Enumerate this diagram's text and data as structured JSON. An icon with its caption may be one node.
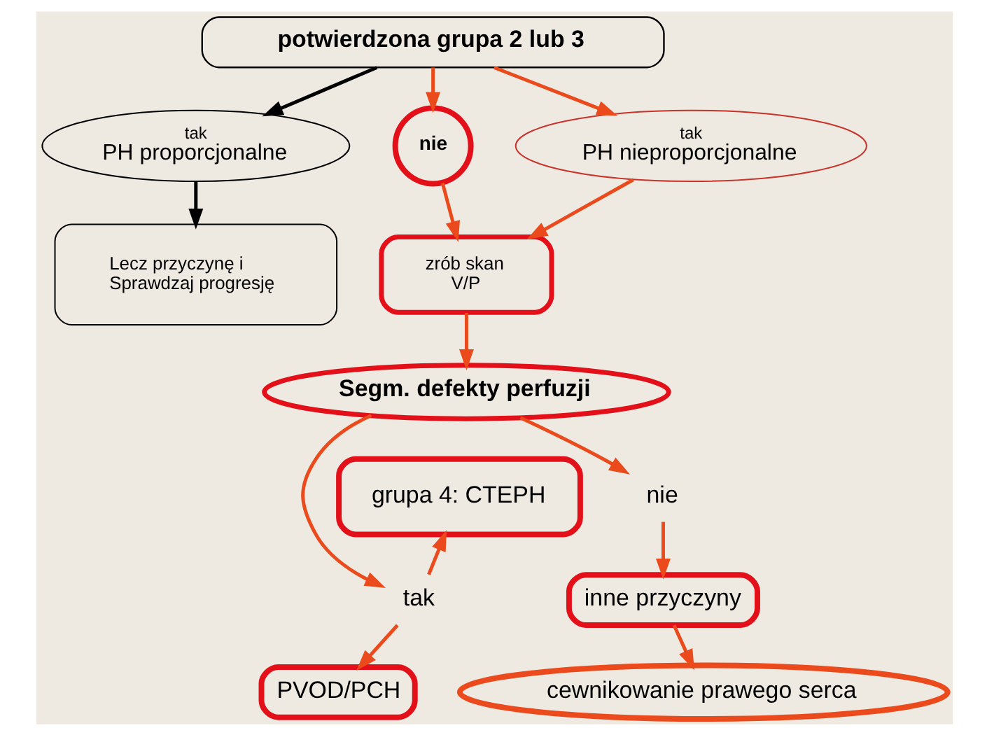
{
  "diagram": {
    "nodes": [
      {
        "text": [
          "potwierdzona grupa 2 lub 3"
        ]
      },
      {
        "text": [
          "tak",
          "PH proporcjonalne"
        ]
      },
      {
        "text": [
          "nie"
        ]
      },
      {
        "text": [
          "tak",
          "PH nieproporcjonalne"
        ]
      },
      {
        "text": [
          "Lecz przyczynę i Sprawdzaj progresję"
        ]
      },
      {
        "text": [
          "zrób skan V/P"
        ]
      },
      {
        "text": [
          "Segm. defekty perfuzji"
        ]
      },
      {
        "text": [
          "grupa 4: CTEPH"
        ]
      },
      {
        "text": [
          "nie"
        ]
      },
      {
        "text": [
          "tak"
        ]
      },
      {
        "text": [
          "inne przyczyny"
        ]
      },
      {
        "text": [
          "PVOD/PCH"
        ]
      },
      {
        "text": [
          "cewnikowanie prawego serca"
        ]
      }
    ],
    "edges": [
      {
        "from": 0,
        "to": 1,
        "arrow": "to",
        "color": "#000000"
      },
      {
        "from": 0,
        "to": 2,
        "arrow": "to"
      },
      {
        "from": 0,
        "to": 3,
        "arrow": "to"
      },
      {
        "from": 1,
        "to": 4,
        "arrow": "to",
        "color": "#000000"
      },
      {
        "from": 2,
        "to": 5,
        "arrow": "to"
      },
      {
        "from": 3,
        "to": 5,
        "arrow": "to"
      },
      {
        "from": 5,
        "to": 6,
        "arrow": "to"
      },
      {
        "from": 6,
        "to": 8,
        "arrow": "to"
      },
      {
        "from": 8,
        "to": 10,
        "arrow": "to"
      },
      {
        "from": 6,
        "to": 9,
        "arrow": "to"
      },
      {
        "from": 9,
        "to": 7,
        "arrow": "to"
      },
      {
        "from": 9,
        "to": 11,
        "arrow": "to"
      },
      {
        "from": 10,
        "to": 12,
        "arrow": "to"
      }
    ]
  }
}
